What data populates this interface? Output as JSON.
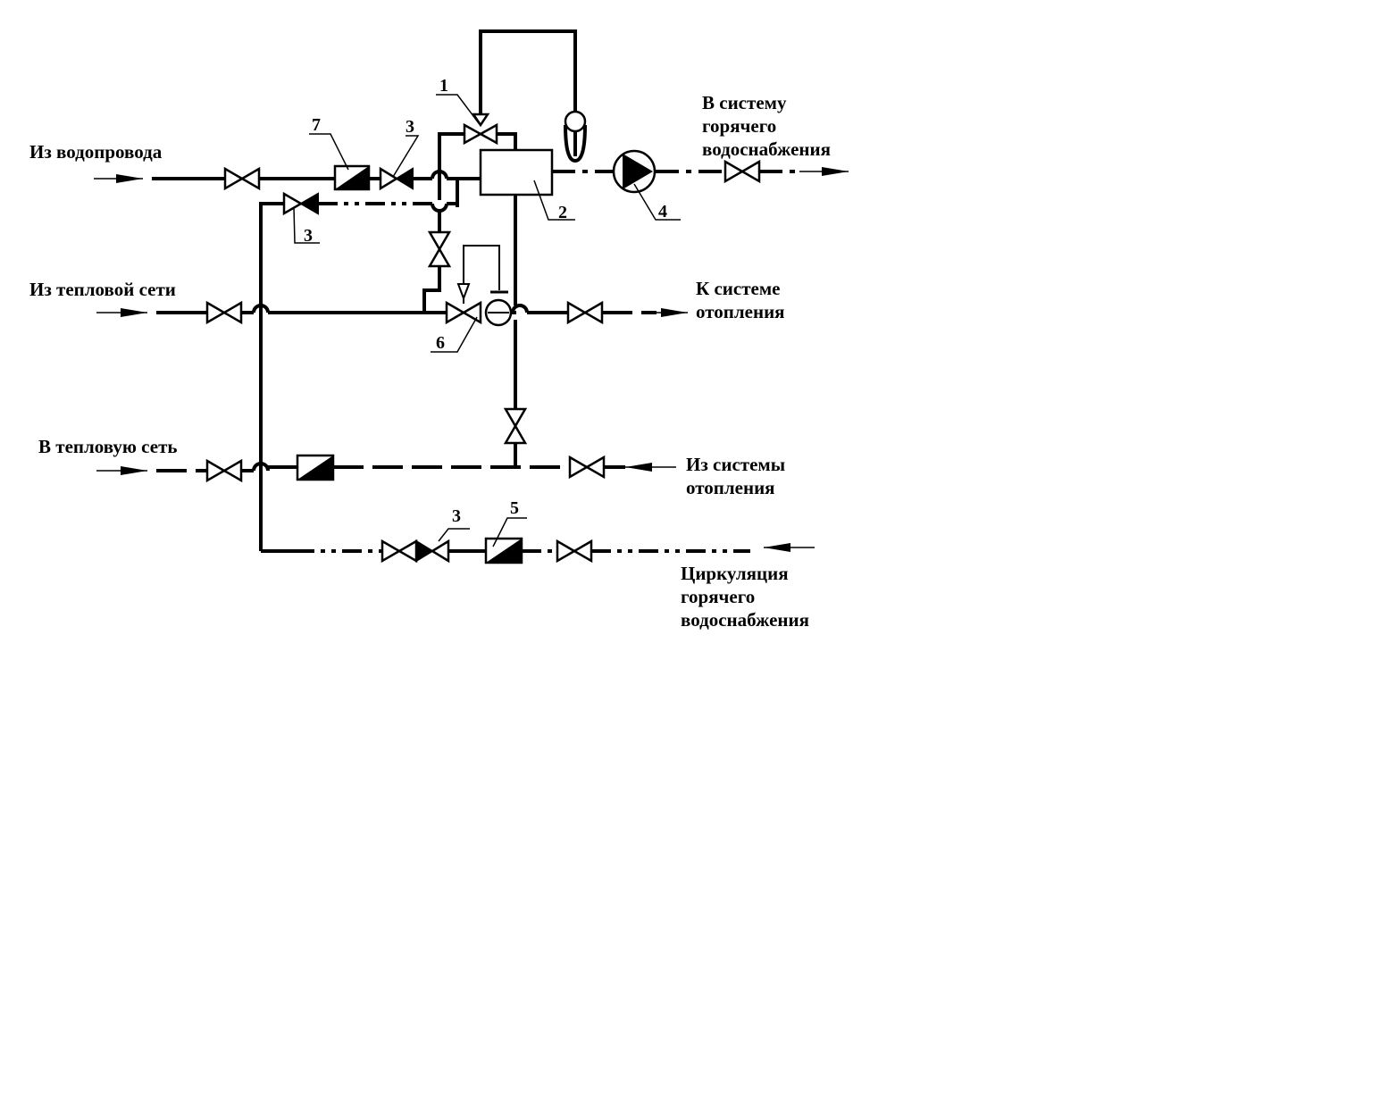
{
  "colors": {
    "line": "#000000",
    "background": "#ffffff"
  },
  "labels": {
    "from_water_main": "Из водопровода",
    "from_heat_network": "Из тепловой сети",
    "to_heat_network": "В тепловую сеть",
    "to_hot_water_line1": "В систему",
    "to_hot_water_line2": "горячего",
    "to_hot_water_line3": "водоснабжения",
    "to_heating_line1": "К системе",
    "to_heating_line2": "отопления",
    "from_heating_line1": "Из системы",
    "from_heating_line2": "отопления",
    "circulation_line1": "Циркуляция",
    "circulation_line2": "горячего",
    "circulation_line3": "водоснабжения"
  },
  "callouts": {
    "n1": "1",
    "n2": "2",
    "n3a": "3",
    "n3b": "3",
    "n3c": "3",
    "n4": "4",
    "n5": "5",
    "n6": "6",
    "n7": "7"
  }
}
